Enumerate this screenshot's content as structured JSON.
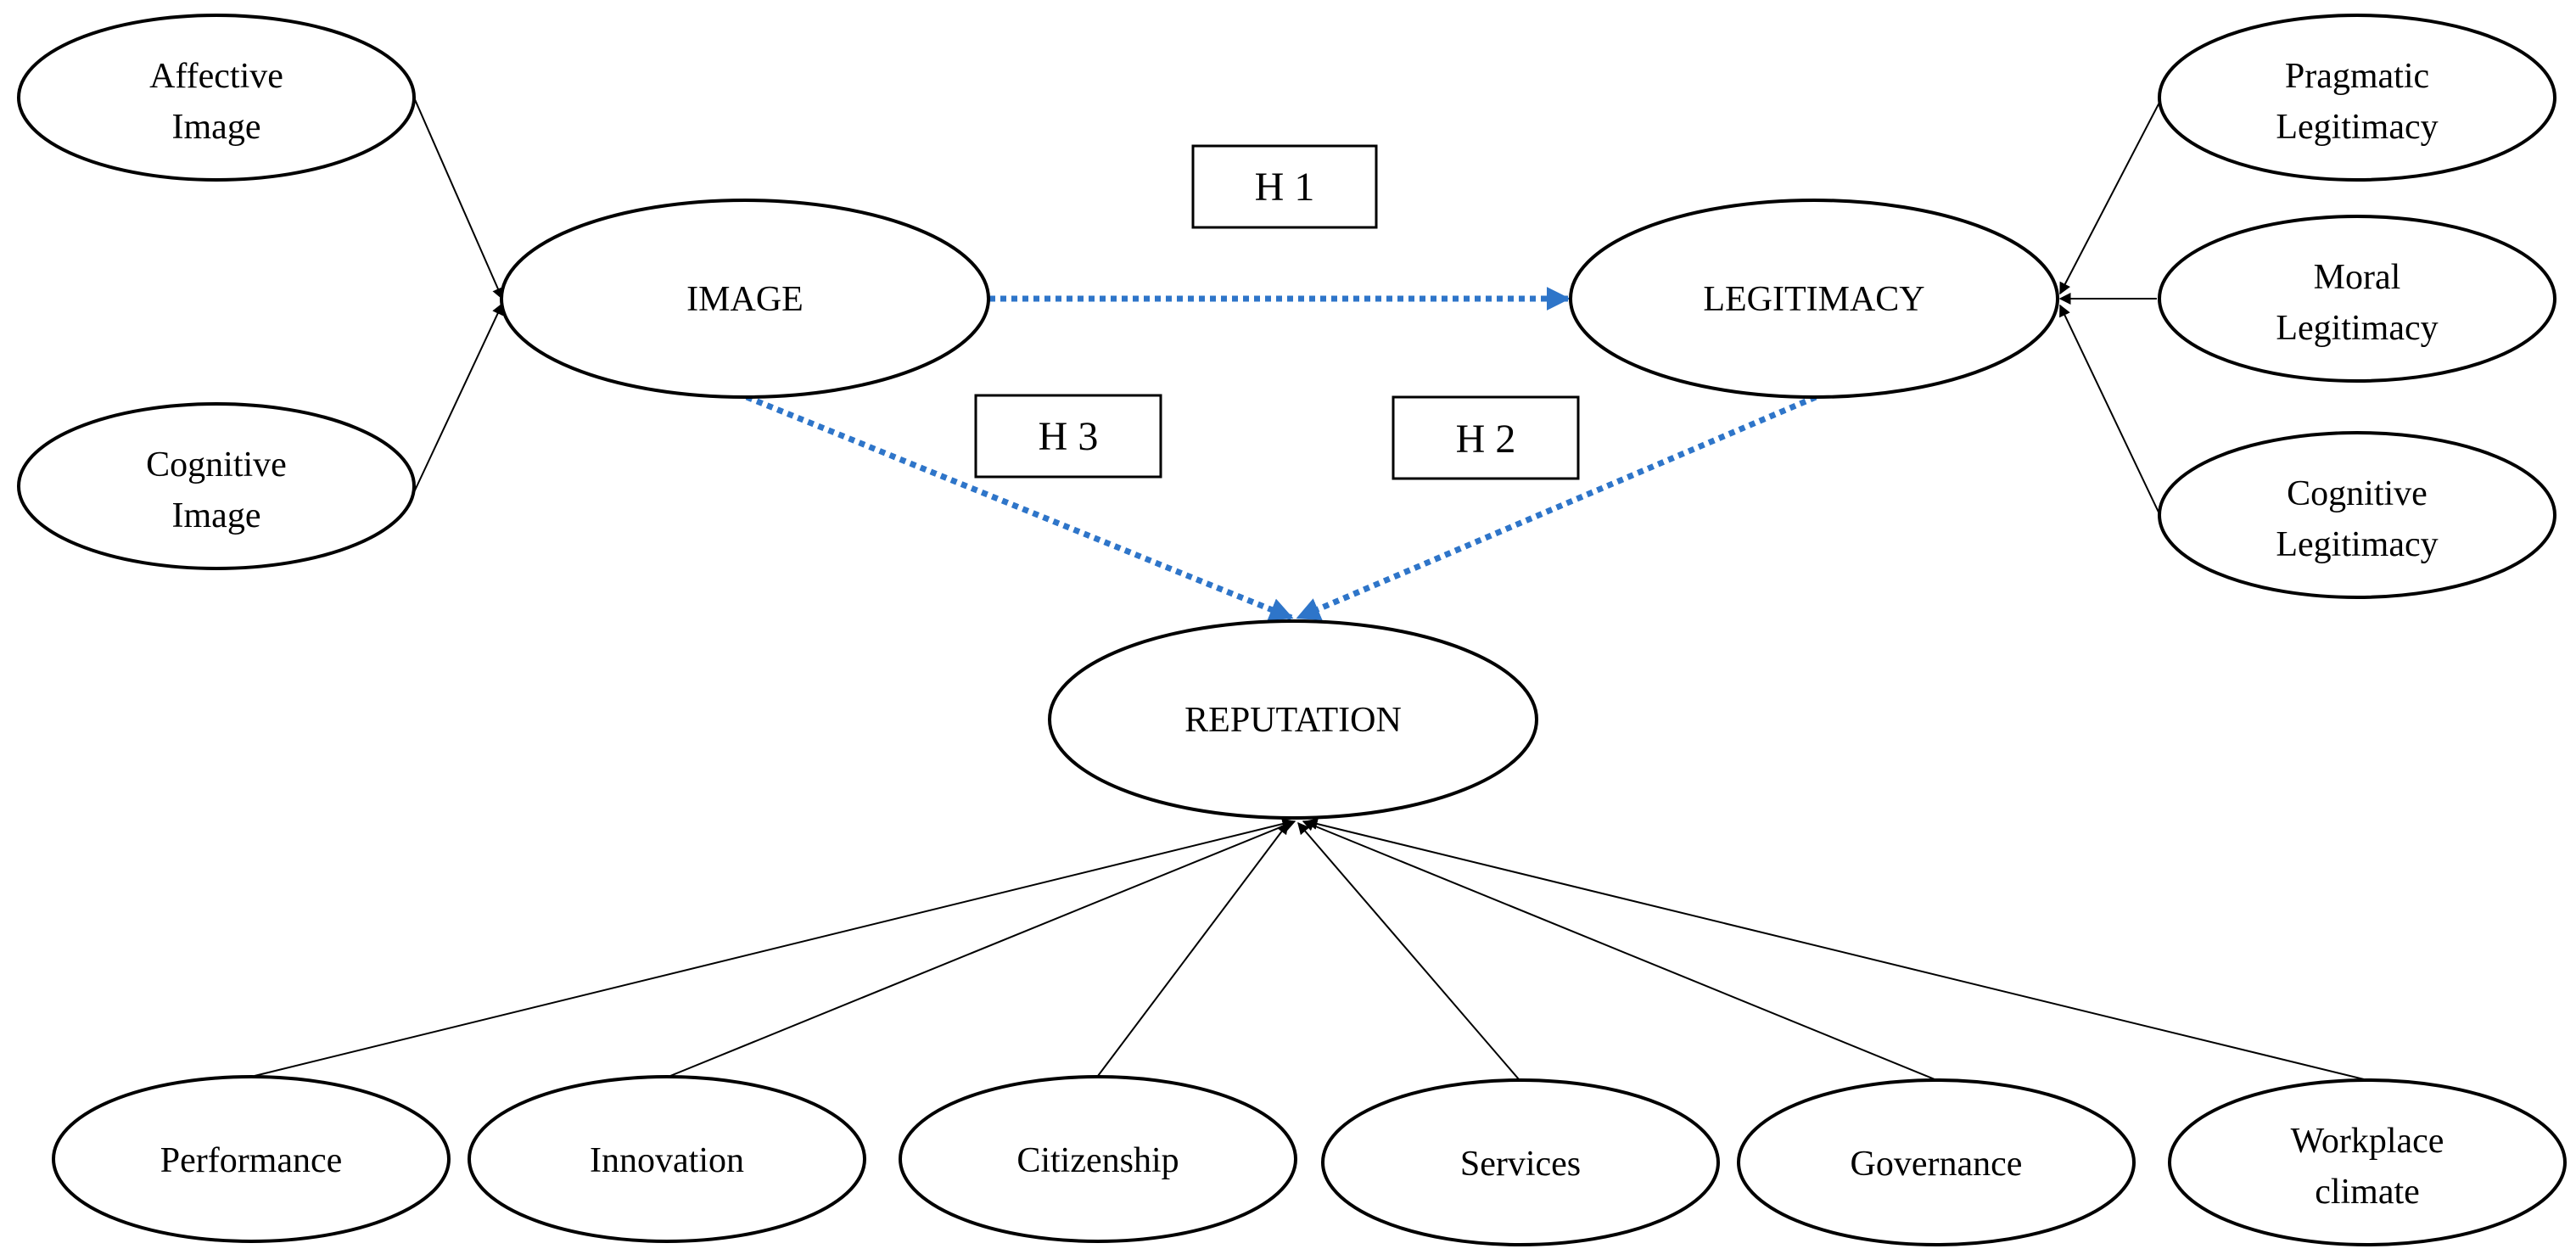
{
  "diagram": {
    "colors": {
      "hypothesis_line": "#2E75C9",
      "outline": "#000000",
      "background": "#ffffff"
    },
    "constructs": {
      "image": "IMAGE",
      "legitimacy": "LEGITIMACY",
      "reputation": "REPUTATION"
    },
    "image_dimensions": [
      [
        "Affective",
        "Image"
      ],
      [
        "Cognitive",
        "Image"
      ]
    ],
    "legitimacy_dimensions": [
      [
        "Pragmatic",
        "Legitimacy"
      ],
      [
        "Moral",
        "Legitimacy"
      ],
      [
        "Cognitive",
        "Legitimacy"
      ]
    ],
    "reputation_dimensions": [
      [
        "Performance"
      ],
      [
        "Innovation"
      ],
      [
        "Citizenship"
      ],
      [
        "Services"
      ],
      [
        "Governance"
      ],
      [
        "Workplace",
        "climate"
      ]
    ],
    "hypotheses": {
      "h1": "H 1",
      "h2": "H 2",
      "h3": "H 3"
    }
  }
}
